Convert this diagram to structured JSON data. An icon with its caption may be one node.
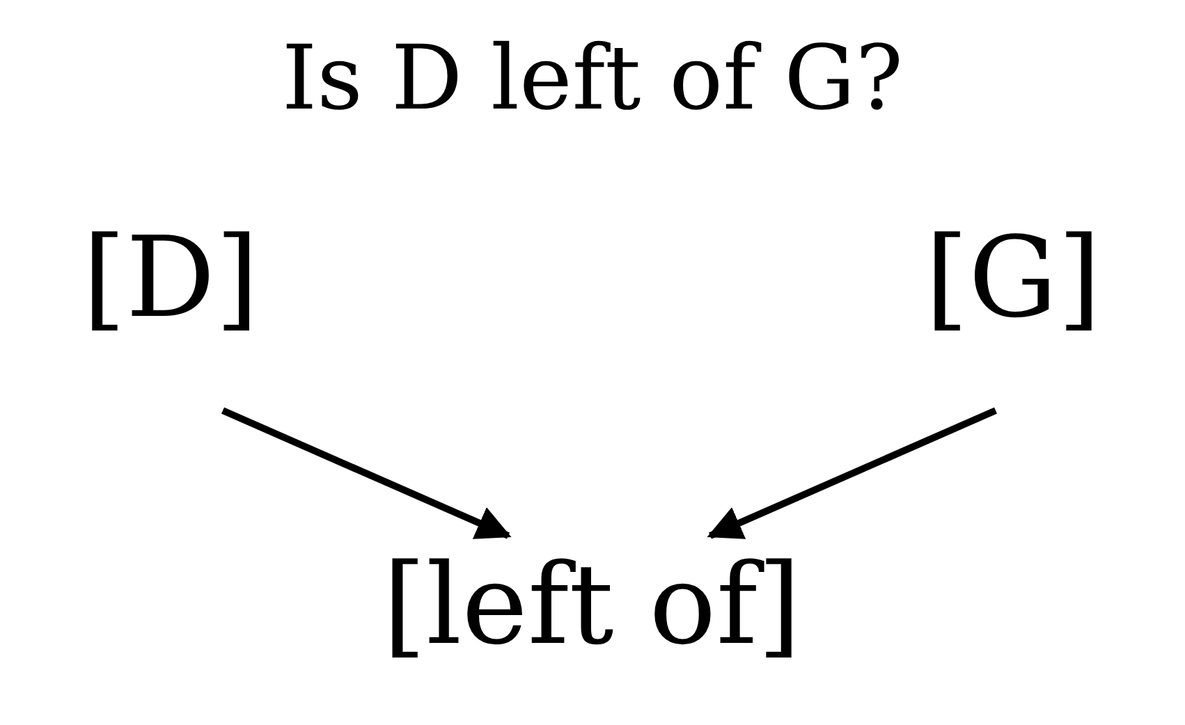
{
  "diagram": {
    "title": "Is D left of G?",
    "nodes": [
      {
        "text": [
          "[D]"
        ]
      },
      {
        "text": [
          "[G]"
        ]
      },
      {
        "text": [
          "[left of]"
        ]
      }
    ],
    "edges": [
      {
        "from": 0,
        "to": 2,
        "arrow": "to"
      },
      {
        "from": 1,
        "to": 2,
        "arrow": "to"
      }
    ]
  }
}
